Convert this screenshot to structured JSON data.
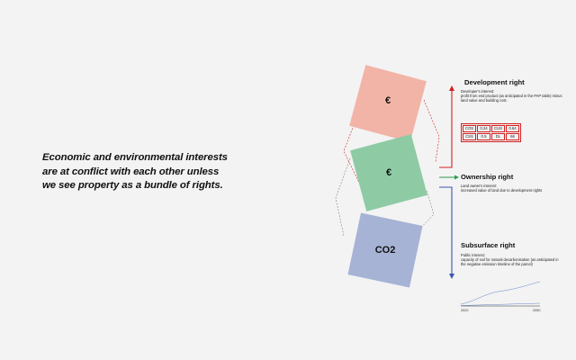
{
  "headline": {
    "line1": "Economic and environmental interests",
    "line2": "are at conflict with each other unless",
    "line3": "we see property as a bundle of rights."
  },
  "squares": [
    {
      "label": "€",
      "color": "#f2b4a7"
    },
    {
      "label": "€",
      "color": "#8ecba5"
    },
    {
      "label": "CO2",
      "color": "#a6b3d5"
    }
  ],
  "rights": {
    "development": {
      "title": "Development right",
      "desc_line1": "Developer's interest:",
      "desc_line2": "profit from end product (as anticipated in the PAP table) minus land value and building cost."
    },
    "ownership": {
      "title": "Ownership right",
      "desc_line1": "Land owner's interest:",
      "desc_line2": "increased value of land due to development rights"
    },
    "subsurface": {
      "title": "Subsurface right",
      "desc_line1": "Public interest:",
      "desc_line2": "capacity of soil for natural decarbonisation (as anticipated in the negative emission timeline of the parcel)"
    }
  },
  "table": {
    "rows": [
      [
        "COS",
        "0.24",
        "CUS",
        "0.64"
      ],
      [
        "CSS",
        "0.5",
        "DL",
        "66"
      ]
    ]
  },
  "timeline": {
    "start": "2022",
    "end": "2050"
  },
  "colors": {
    "red": "#d42020",
    "green": "#2e9a4e",
    "blue": "#3a56b0"
  }
}
